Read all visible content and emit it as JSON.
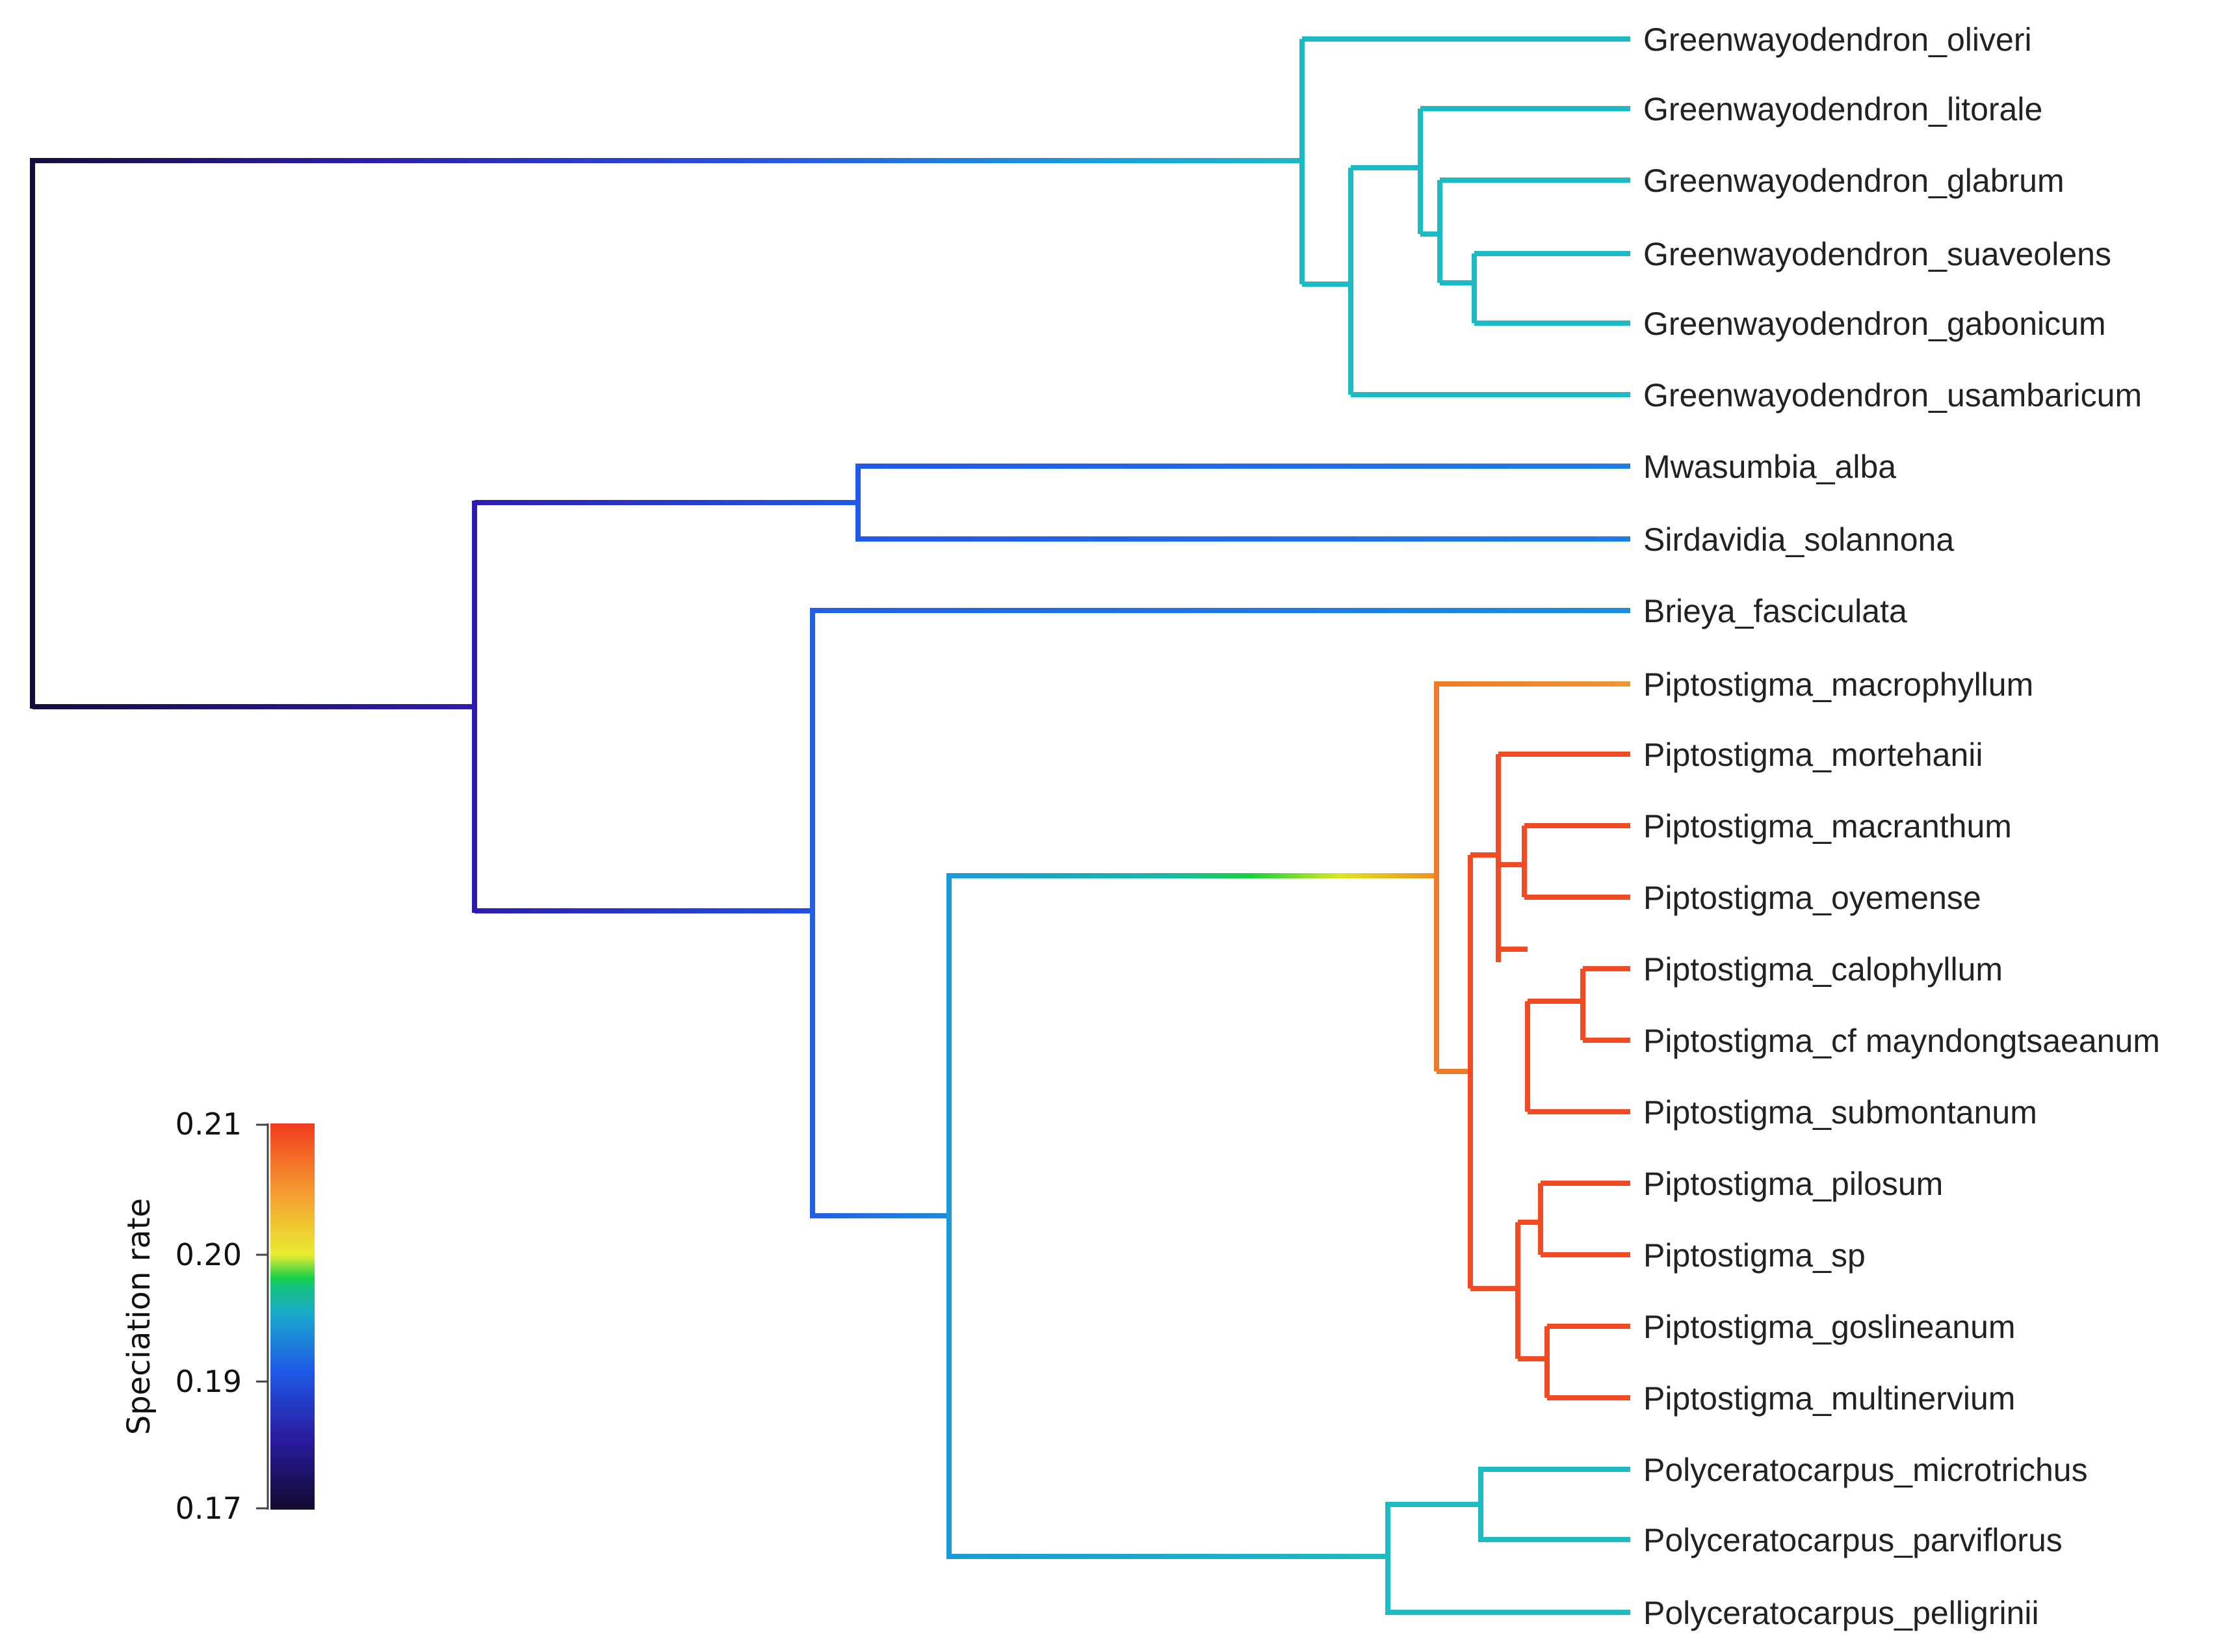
{
  "colors": {
    "background": "#ffffff",
    "text": "#222222",
    "rate_gradient": [
      "#1a0b3a",
      "#2a1a9a",
      "#1f55e0",
      "#1a9ad8",
      "#1bbfa0",
      "#19d040",
      "#e8e820",
      "#f5a030",
      "#f0441e"
    ]
  },
  "tips": [
    "Greenwayodendron_oliveri",
    "Greenwayodendron_litorale",
    "Greenwayodendron_glabrum",
    "Greenwayodendron_suaveolens",
    "Greenwayodendron_gabonicum",
    "Greenwayodendron_usambaricum",
    "Mwasumbia_alba",
    "Sirdavidia_solannona",
    "Brieya_fasciculata",
    "Piptostigma_macrophyllum",
    "Piptostigma_mortehanii",
    "Piptostigma_macranthum",
    "Piptostigma_oyemense",
    "Piptostigma_calophyllum",
    "Piptostigma_cf mayndongtsaeanum",
    "Piptostigma_submontanum",
    "Piptostigma_pilosum",
    "Piptostigma_sp",
    "Piptostigma_goslineanum",
    "Piptostigma_multinervium",
    "Polyceratocarpus_microtrichus",
    "Polyceratocarpus_parviflorus",
    "Polyceratocarpus_pelligrinii"
  ],
  "legend": {
    "title": "Speciation rate",
    "ticks": [
      "0.21",
      "0.20",
      "0.19",
      "0.17"
    ]
  }
}
